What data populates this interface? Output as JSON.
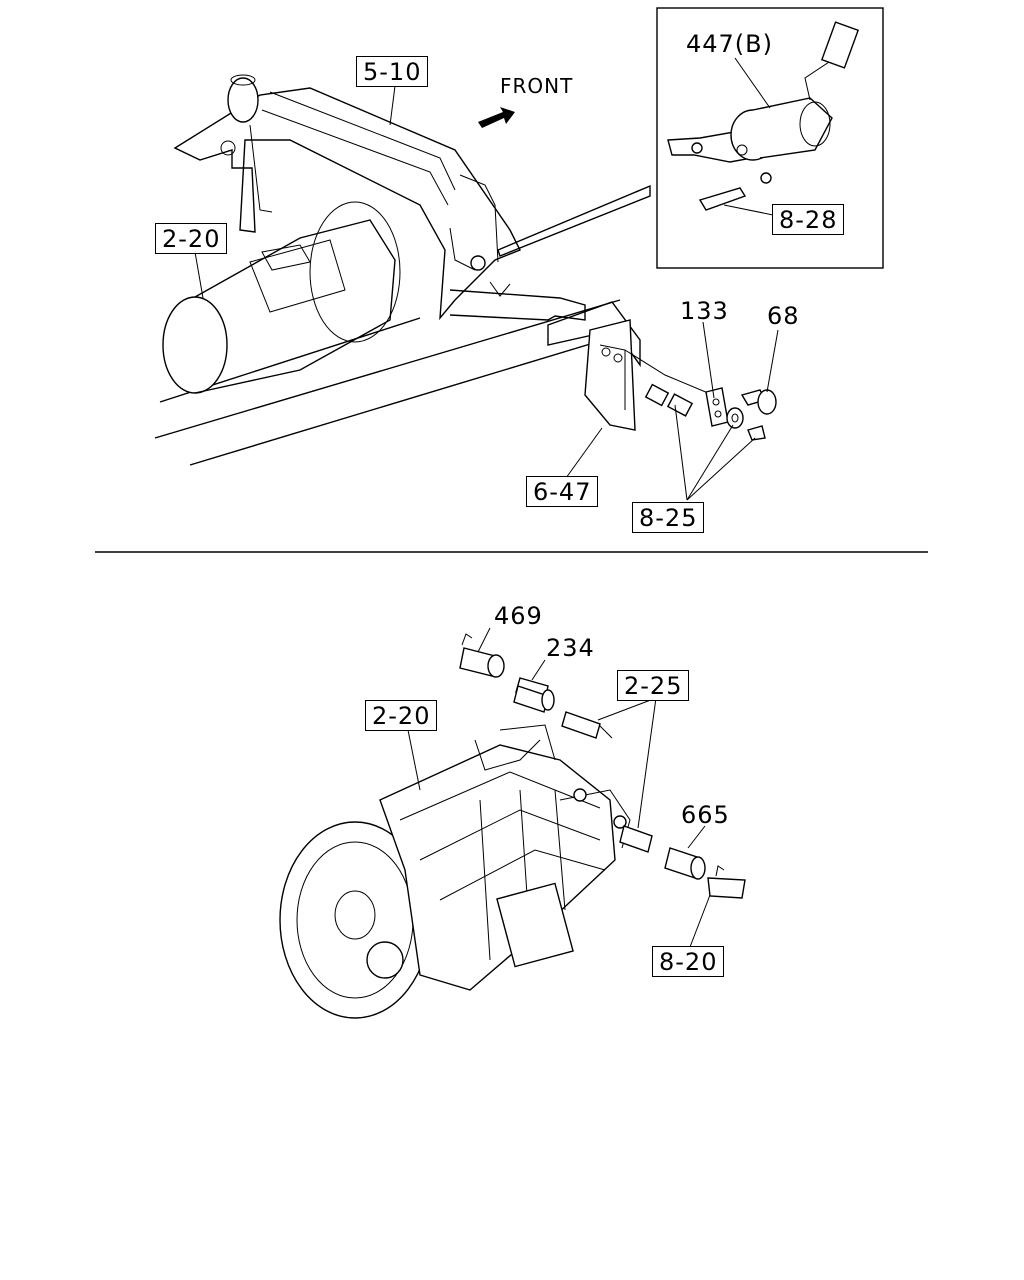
{
  "top_view": {
    "front_label": "FRONT",
    "callouts": {
      "c_5_10": "5-10",
      "c_2_20_top": "2-20",
      "c_447b": "447(B)",
      "c_8_28": "8-28",
      "c_133": "133",
      "c_68": "68",
      "c_6_47": "6-47",
      "c_8_25": "8-25"
    }
  },
  "bottom_view": {
    "callouts": {
      "c_469": "469",
      "c_234": "234",
      "c_2_25": "2-25",
      "c_2_20_bottom": "2-20",
      "c_665": "665",
      "c_8_20": "8-20"
    }
  }
}
